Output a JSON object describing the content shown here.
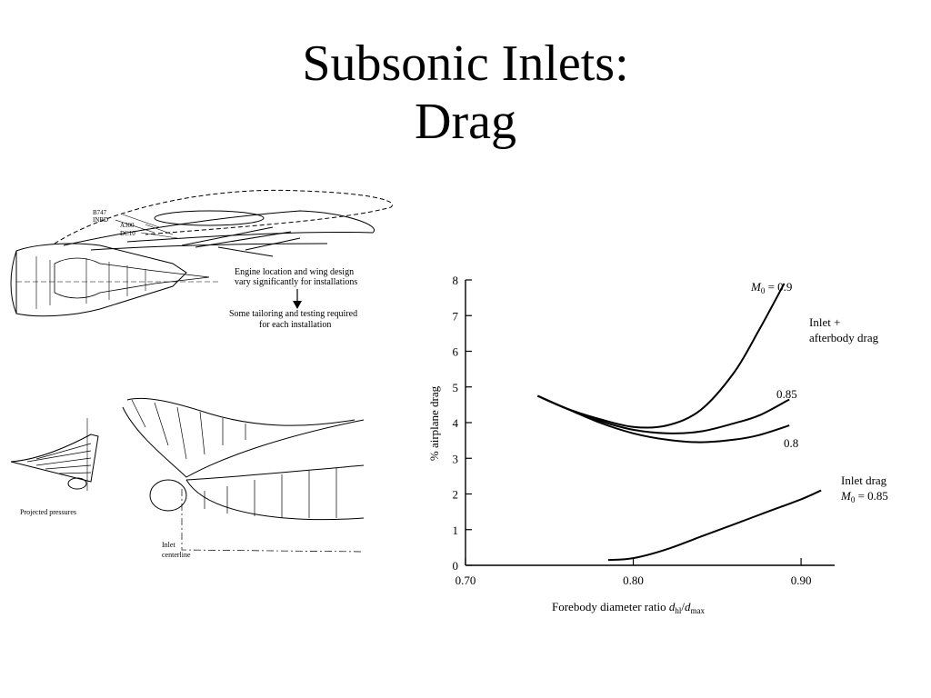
{
  "slide": {
    "title_line1": "Subsonic Inlets:",
    "title_line2": "Drag"
  },
  "engine_figure": {
    "labels": [
      "B747",
      "INBD",
      "A300",
      "DC10"
    ],
    "note1_line1": "Engine location and wing design",
    "note1_line2": "vary significantly for installations",
    "note2_line1": "Some tailoring and testing required",
    "note2_line2": "for each installation"
  },
  "pressure_figure": {
    "projected_label": "Projected pressures",
    "centerline_line1": "Inlet",
    "centerline_line2": "centerline"
  },
  "chart_data": {
    "type": "line",
    "xlabel_main": "Forebody diameter ratio ",
    "xlabel_d1": "d",
    "xlabel_sub1": "hl",
    "xlabel_slash": "/",
    "xlabel_d2": "d",
    "xlabel_sub2": "max",
    "ylabel": "% airplane drag",
    "xlim": [
      0.7,
      0.92
    ],
    "ylim": [
      0,
      8
    ],
    "xticks": [
      0.7,
      0.8,
      0.9
    ],
    "xtick_labels": [
      "0.70",
      "0.80",
      "0.90"
    ],
    "yticks": [
      0,
      1,
      2,
      3,
      4,
      5,
      6,
      7,
      8
    ],
    "ytick_labels": [
      "0",
      "1",
      "2",
      "3",
      "4",
      "5",
      "6",
      "7",
      "8"
    ],
    "series": [
      {
        "name": "M0 = 0.9",
        "x": [
          0.743,
          0.76,
          0.78,
          0.8,
          0.82,
          0.84,
          0.86,
          0.875,
          0.89
        ],
        "y": [
          4.75,
          4.4,
          4.1,
          3.88,
          3.92,
          4.35,
          5.4,
          6.6,
          7.9
        ]
      },
      {
        "name": "0.85",
        "x": [
          0.743,
          0.76,
          0.78,
          0.8,
          0.82,
          0.84,
          0.86,
          0.875,
          0.893
        ],
        "y": [
          4.75,
          4.4,
          4.05,
          3.8,
          3.7,
          3.75,
          3.98,
          4.2,
          4.65
        ]
      },
      {
        "name": "0.8",
        "x": [
          0.743,
          0.76,
          0.78,
          0.8,
          0.82,
          0.84,
          0.86,
          0.875,
          0.893
        ],
        "y": [
          4.75,
          4.4,
          4.0,
          3.7,
          3.52,
          3.45,
          3.52,
          3.65,
          3.92
        ]
      },
      {
        "name": "Inlet drag M0 = 0.85",
        "x": [
          0.785,
          0.8,
          0.82,
          0.84,
          0.86,
          0.88,
          0.9,
          0.912
        ],
        "y": [
          0.15,
          0.2,
          0.45,
          0.8,
          1.15,
          1.5,
          1.85,
          2.1
        ]
      }
    ],
    "annotations": {
      "m09_M": "M",
      "m09_sub": "0",
      "m09_eq": " = 0.9",
      "afterbody_line1": "Inlet  +",
      "afterbody_line2": "afterbody drag",
      "label_085": "0.85",
      "label_08": "0.8",
      "inlet_line1": "Inlet drag",
      "inlet_M": "M",
      "inlet_sub": "0",
      "inlet_eq": " = 0.85"
    },
    "grid": false
  }
}
